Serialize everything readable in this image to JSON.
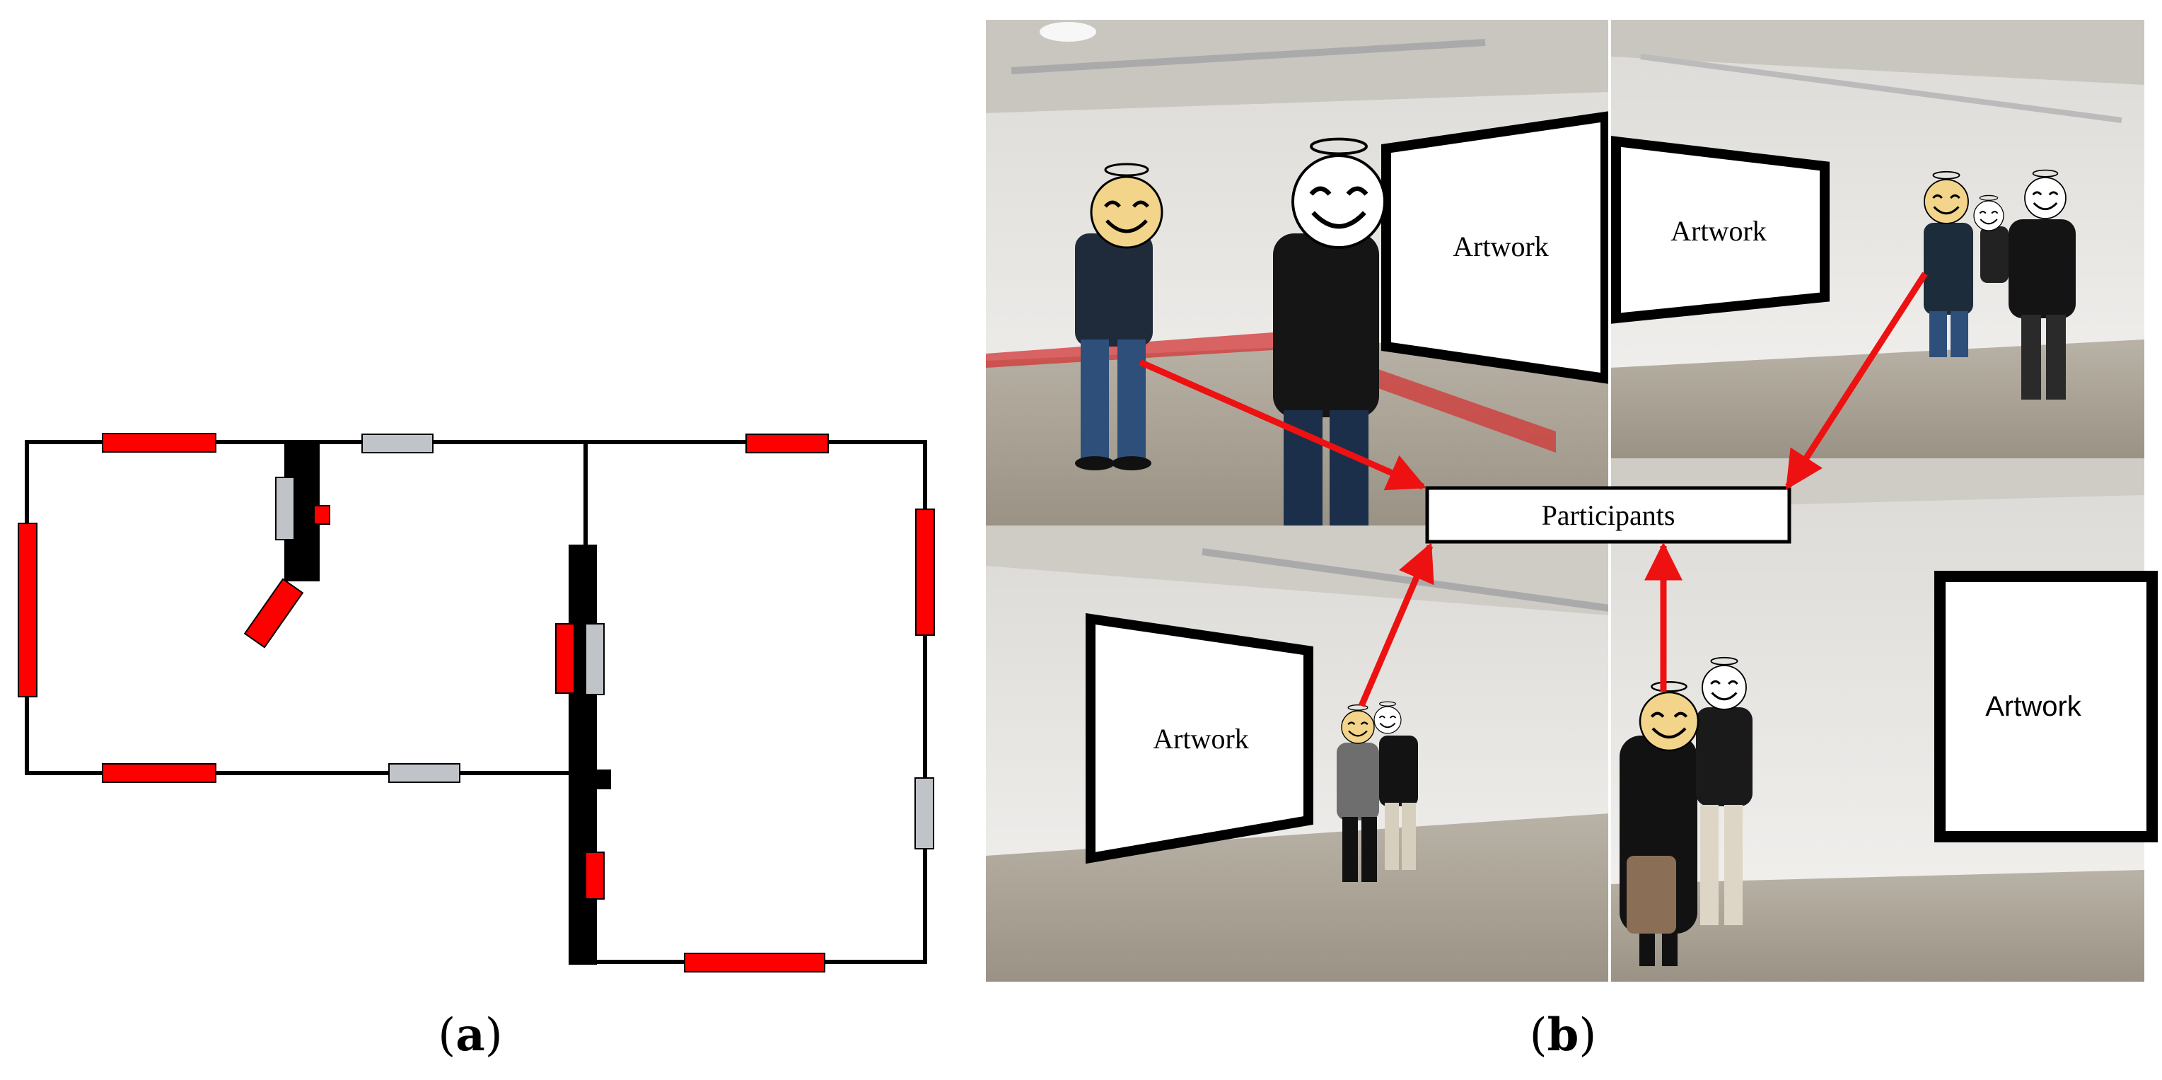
{
  "panels": {
    "a": {
      "caption_open": "(",
      "caption_letter": "a",
      "caption_close": ")"
    },
    "b": {
      "caption_open": "(",
      "caption_letter": "b",
      "caption_close": ")"
    }
  },
  "photo": {
    "artwork_labels": [
      "Artwork",
      "Artwork",
      "Artwork",
      "Artwork"
    ],
    "participants_label": "Participants"
  },
  "colors": {
    "wall": "#000000",
    "red_marker": "#ff0000",
    "gray_marker": "#c0c4c8",
    "arrow": "#ee1111",
    "face": "#f2d48a",
    "face_white": "#ffffff"
  },
  "icons": [
    "smiling-face-with-halo-icon"
  ]
}
